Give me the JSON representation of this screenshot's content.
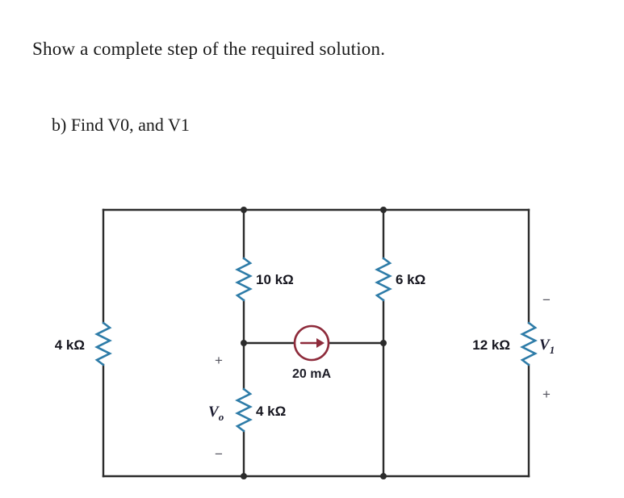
{
  "page": {
    "instruction": "Show a complete step of the required solution.",
    "question": "b) Find V0, and V1"
  },
  "circuit": {
    "labels": {
      "r_left": "4 kΩ",
      "r_top_mid": "10 kΩ",
      "r_top_right": "6 kΩ",
      "r_right": "12 kΩ",
      "r_bottom_mid": "4 kΩ",
      "source": "20 mA"
    },
    "v0": {
      "plus": "+",
      "symbol": "V",
      "sub": "o",
      "minus": "−"
    },
    "v1": {
      "minus": "−",
      "symbol": "V",
      "sub": "1",
      "plus": "+"
    },
    "colors": {
      "resistor": "#2e7ca8",
      "source": "#8e2b3b",
      "wire": "#2b2b2b",
      "label": "#16161f"
    }
  }
}
